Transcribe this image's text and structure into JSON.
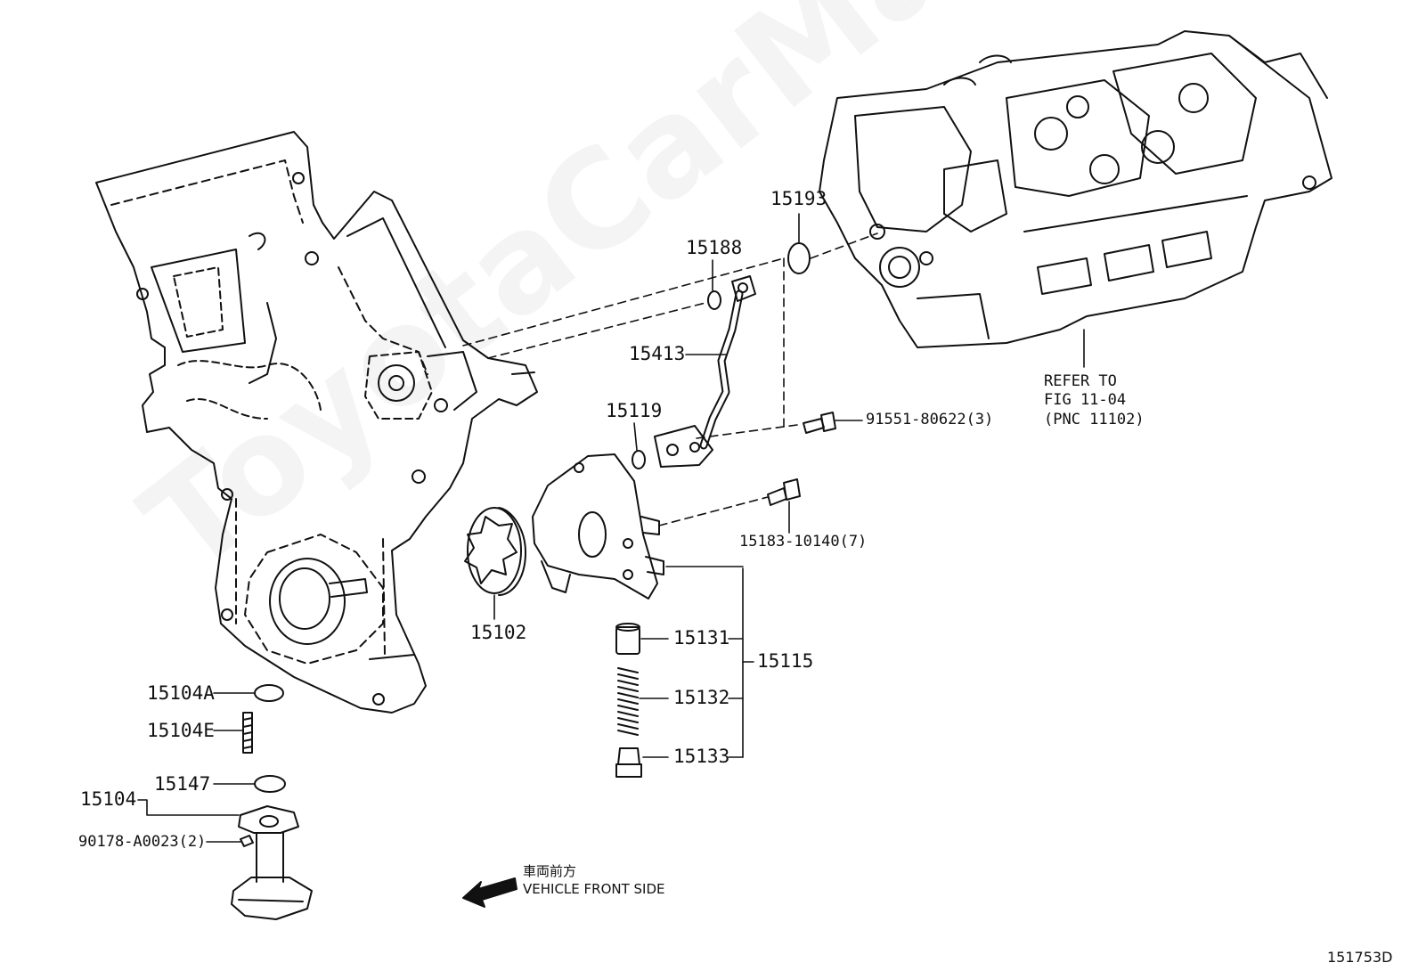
{
  "watermark": "ToyotaCarManual",
  "labels": {
    "p15193": "15193",
    "p15188": "15188",
    "p15413": "15413",
    "p15119": "15119",
    "p91551": "91551-80622(3)",
    "p15183": "15183-10140(7)",
    "p15102": "15102",
    "p15131": "15131",
    "p15132": "15132",
    "p15133": "15133",
    "p15115": "15115",
    "p15104A": "15104A",
    "p15104E": "15104E",
    "p15147": "15147",
    "p15104": "15104",
    "p90178": "90178-A0023(2)"
  },
  "refer": {
    "line1": "REFER TO",
    "line2": "FIG 11-04",
    "line3": "(PNC 11102)"
  },
  "front": {
    "jp": "車両前方",
    "en": "VEHICLE FRONT SIDE"
  },
  "figure_code": "151753D",
  "colors": {
    "ink": "#111111",
    "watermark": "#e9e9e9"
  }
}
